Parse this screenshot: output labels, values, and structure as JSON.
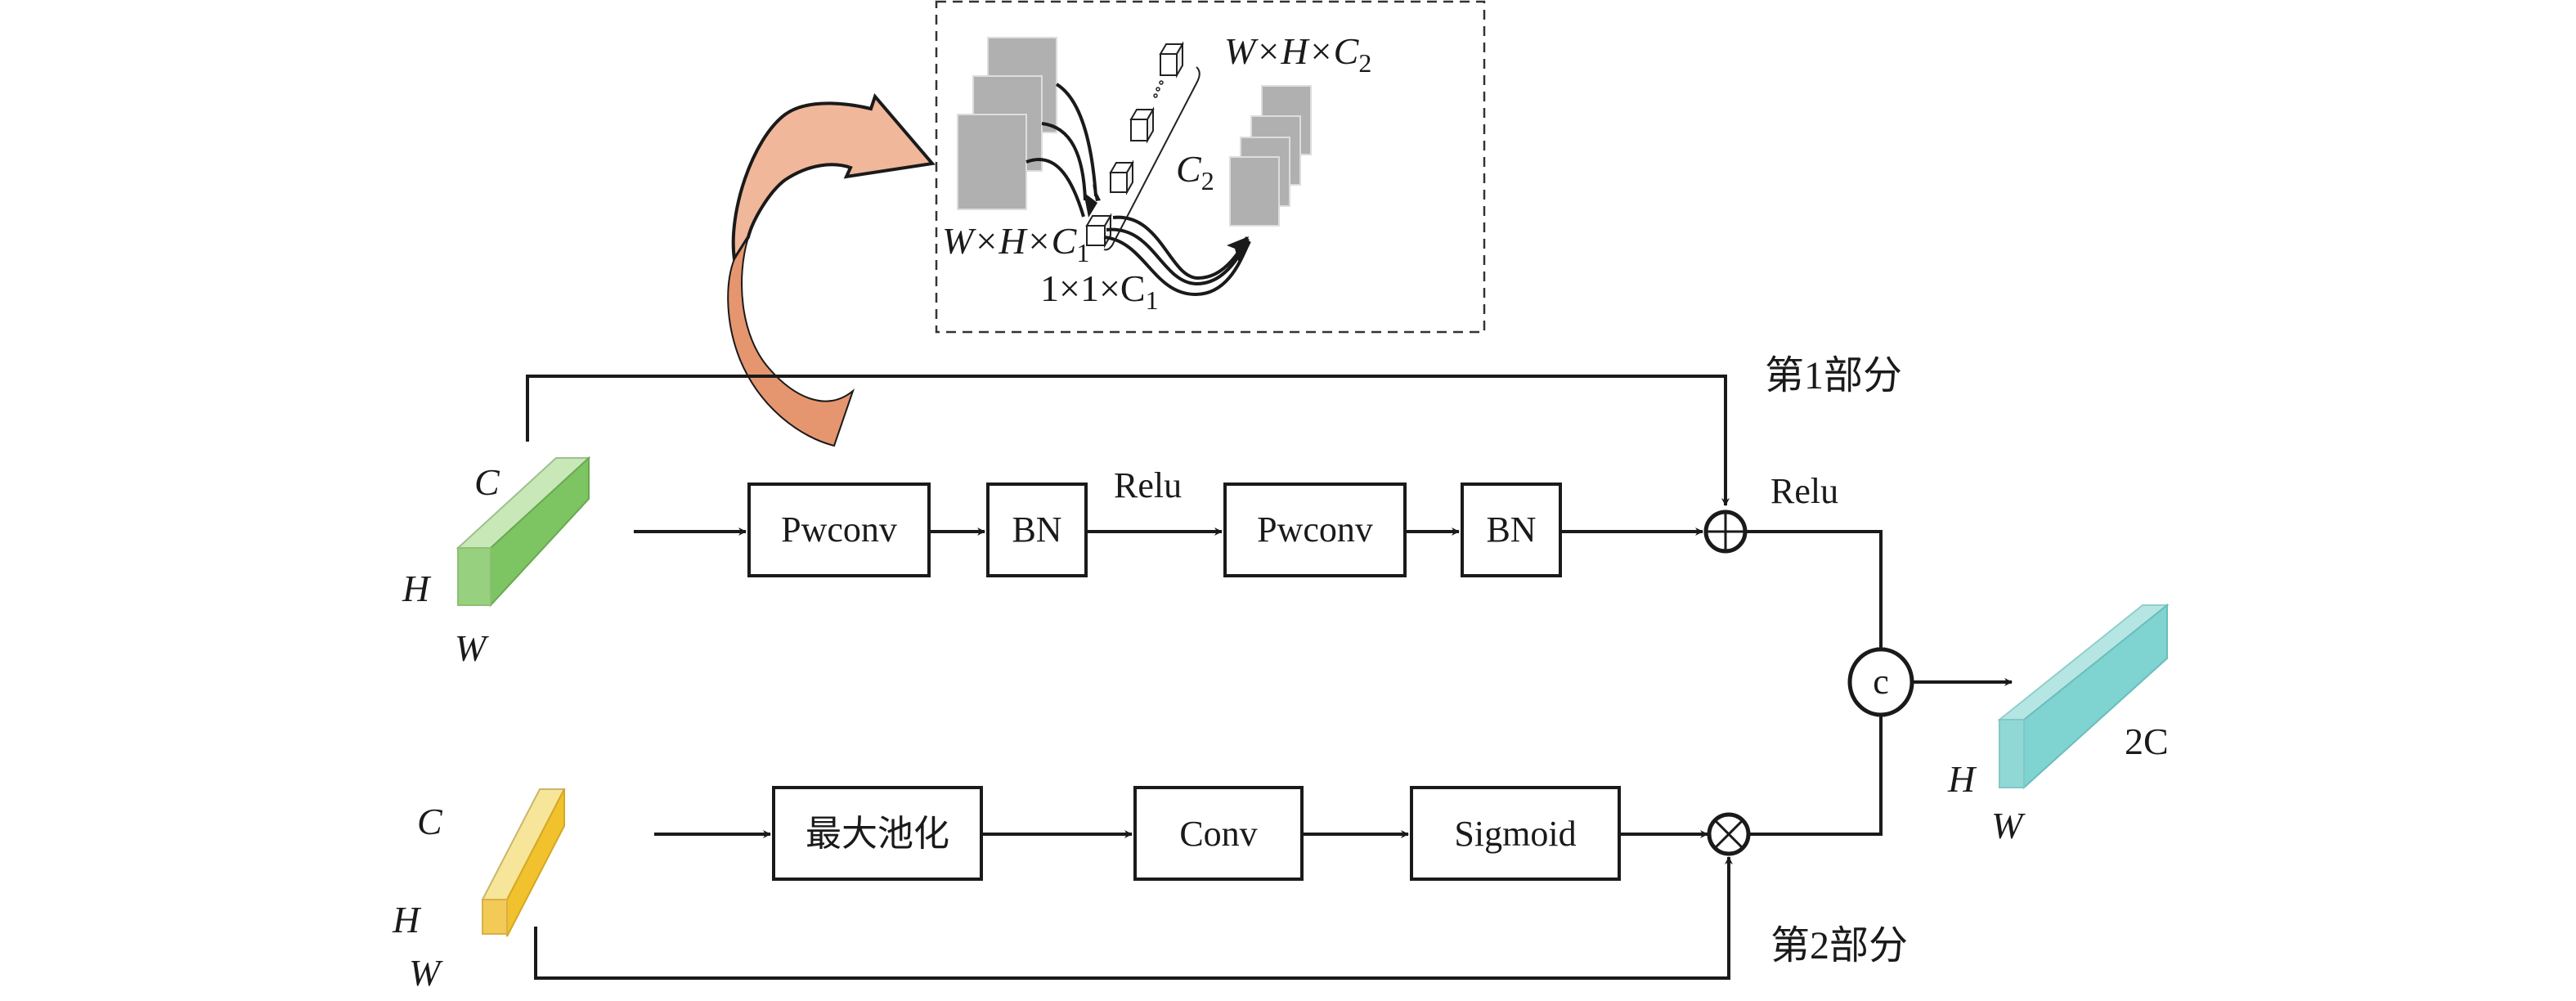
{
  "diagram": {
    "inset": {
      "input_label": "W×H×C",
      "input_sub": "1",
      "kernel_label": "1×1×C",
      "kernel_sub": "1",
      "channels_label": "C",
      "channels_sub": "2",
      "output_label": "W×H×C",
      "output_sub": "2"
    },
    "part1": {
      "label": "第1部分",
      "input_tensor": {
        "c": "C",
        "h": "H",
        "w": "W",
        "color": "#7dc462"
      },
      "blocks": [
        "Pwconv",
        "BN",
        "Pwconv",
        "BN"
      ],
      "relu_mid": "Relu",
      "relu_after_add": "Relu",
      "add_symbol": "⊕"
    },
    "part2": {
      "label": "第2部分",
      "input_tensor": {
        "c": "C",
        "h": "H",
        "w": "W",
        "color": "#f2c12e"
      },
      "blocks": [
        "最大池化",
        "Conv",
        "Sigmoid"
      ],
      "mul_symbol": "⊗"
    },
    "concat": {
      "symbol": "c"
    },
    "output_tensor": {
      "c": "2C",
      "h": "H",
      "w": "W",
      "color": "#7fd3d0"
    },
    "colors": {
      "arrow_light": "#f0b79a",
      "arrow_dark": "#e5966f",
      "feature_map_gray": "#b0b0b0"
    }
  }
}
